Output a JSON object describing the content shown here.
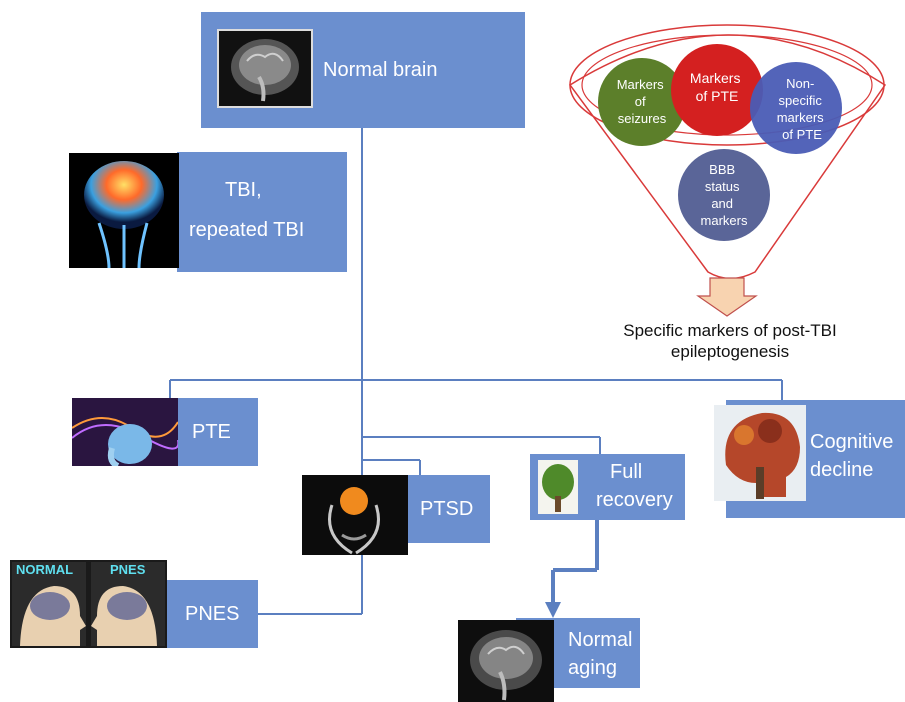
{
  "nodes": {
    "normal_brain": "Normal brain",
    "tbi_line1": "TBI,",
    "tbi_line2": "repeated TBI",
    "pte": "PTE",
    "ptsd": "PTSD",
    "pnes": "PNES",
    "full_recovery_line1": "Full",
    "full_recovery_line2": "recovery",
    "cognitive_line1": "Cognitive",
    "cognitive_line2": "decline",
    "normal_aging_line1": "Normal",
    "normal_aging_line2": "aging"
  },
  "funnel": {
    "seizures": [
      "Markers",
      "of",
      "seizures"
    ],
    "pte": [
      "Markers",
      "of PTE"
    ],
    "nonspecific": [
      "Non-",
      "specific",
      "markers",
      "of PTE"
    ],
    "bbb": [
      "BBB",
      "status",
      "and",
      "markers"
    ],
    "caption_line1": "Specific markers of post-TBI",
    "caption_line2": "epileptogenesis"
  },
  "image_labels": {
    "normal": "NORMAL",
    "pnes": "PNES"
  },
  "colors": {
    "box": "#6b8fcf",
    "line": "#5b7fc0",
    "seizures": "#5c7f2a",
    "pte": "#d42020",
    "nonspecific": "#4a5cb5",
    "bbb": "#5a6598",
    "funnel": "#d93a3a",
    "arrow_fill": "#f8d3b0",
    "arrow_stroke": "#c0504d"
  }
}
